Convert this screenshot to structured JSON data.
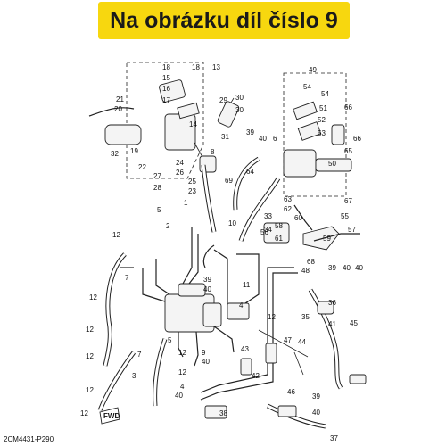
{
  "banner": {
    "text": "Na obrázku díl číslo 9",
    "color": "#f7d70f"
  },
  "diagram_code": "2CM4431-P290",
  "fwd_label": "FWD",
  "callouts": {
    "c18a": "18",
    "c18b": "18",
    "c13": "13",
    "c15": "15",
    "c16": "16",
    "c17": "17",
    "c21": "21",
    "c20": "20",
    "c14": "14",
    "c32": "32",
    "c19": "19",
    "c22": "22",
    "c27": "27",
    "c28": "28",
    "c24": "24",
    "c26": "26",
    "c25": "25",
    "c23": "23",
    "c29": "29",
    "c30a": "30",
    "c30b": "30",
    "c31": "31",
    "c8": "8",
    "c39a": "39",
    "c40a": "40",
    "c6": "6",
    "c49": "49",
    "c54a": "54",
    "c54b": "54",
    "c51": "51",
    "c52": "52",
    "c53": "53",
    "c66a": "66",
    "c66b": "66",
    "c65": "65",
    "c50": "50",
    "c64": "64",
    "c63": "63",
    "c62": "62",
    "c60": "60",
    "c67": "67",
    "c55": "55",
    "c58": "58",
    "c56": "56",
    "c61": "61",
    "c57": "57",
    "c59": "59",
    "c68": "68",
    "c69": "69",
    "c1": "1",
    "c10": "10",
    "c33": "33",
    "c34": "34",
    "c5a": "5",
    "c12a": "12",
    "c2": "2",
    "c7a": "7",
    "c39b": "39",
    "c40b": "40",
    "c11": "11",
    "c12b": "12",
    "c4a": "4",
    "c12c": "12",
    "c48": "48",
    "c39c": "39",
    "c40c": "40",
    "c40d": "40",
    "c36": "36",
    "c41": "41",
    "c35": "35",
    "c45": "45",
    "c47": "47",
    "c44": "44",
    "c12d": "12",
    "c5b": "5",
    "c3": "3",
    "c7b": "7",
    "c12e": "12",
    "c12f": "12",
    "c9a": "9",
    "c40e": "40",
    "c43": "43",
    "c42": "42",
    "c12g": "12",
    "c4b": "4",
    "c38": "38",
    "c46": "46",
    "c39d": "39",
    "c40f": "40",
    "c37": "37",
    "c12h": "12",
    "c40g": "40",
    "c12i": "12"
  }
}
